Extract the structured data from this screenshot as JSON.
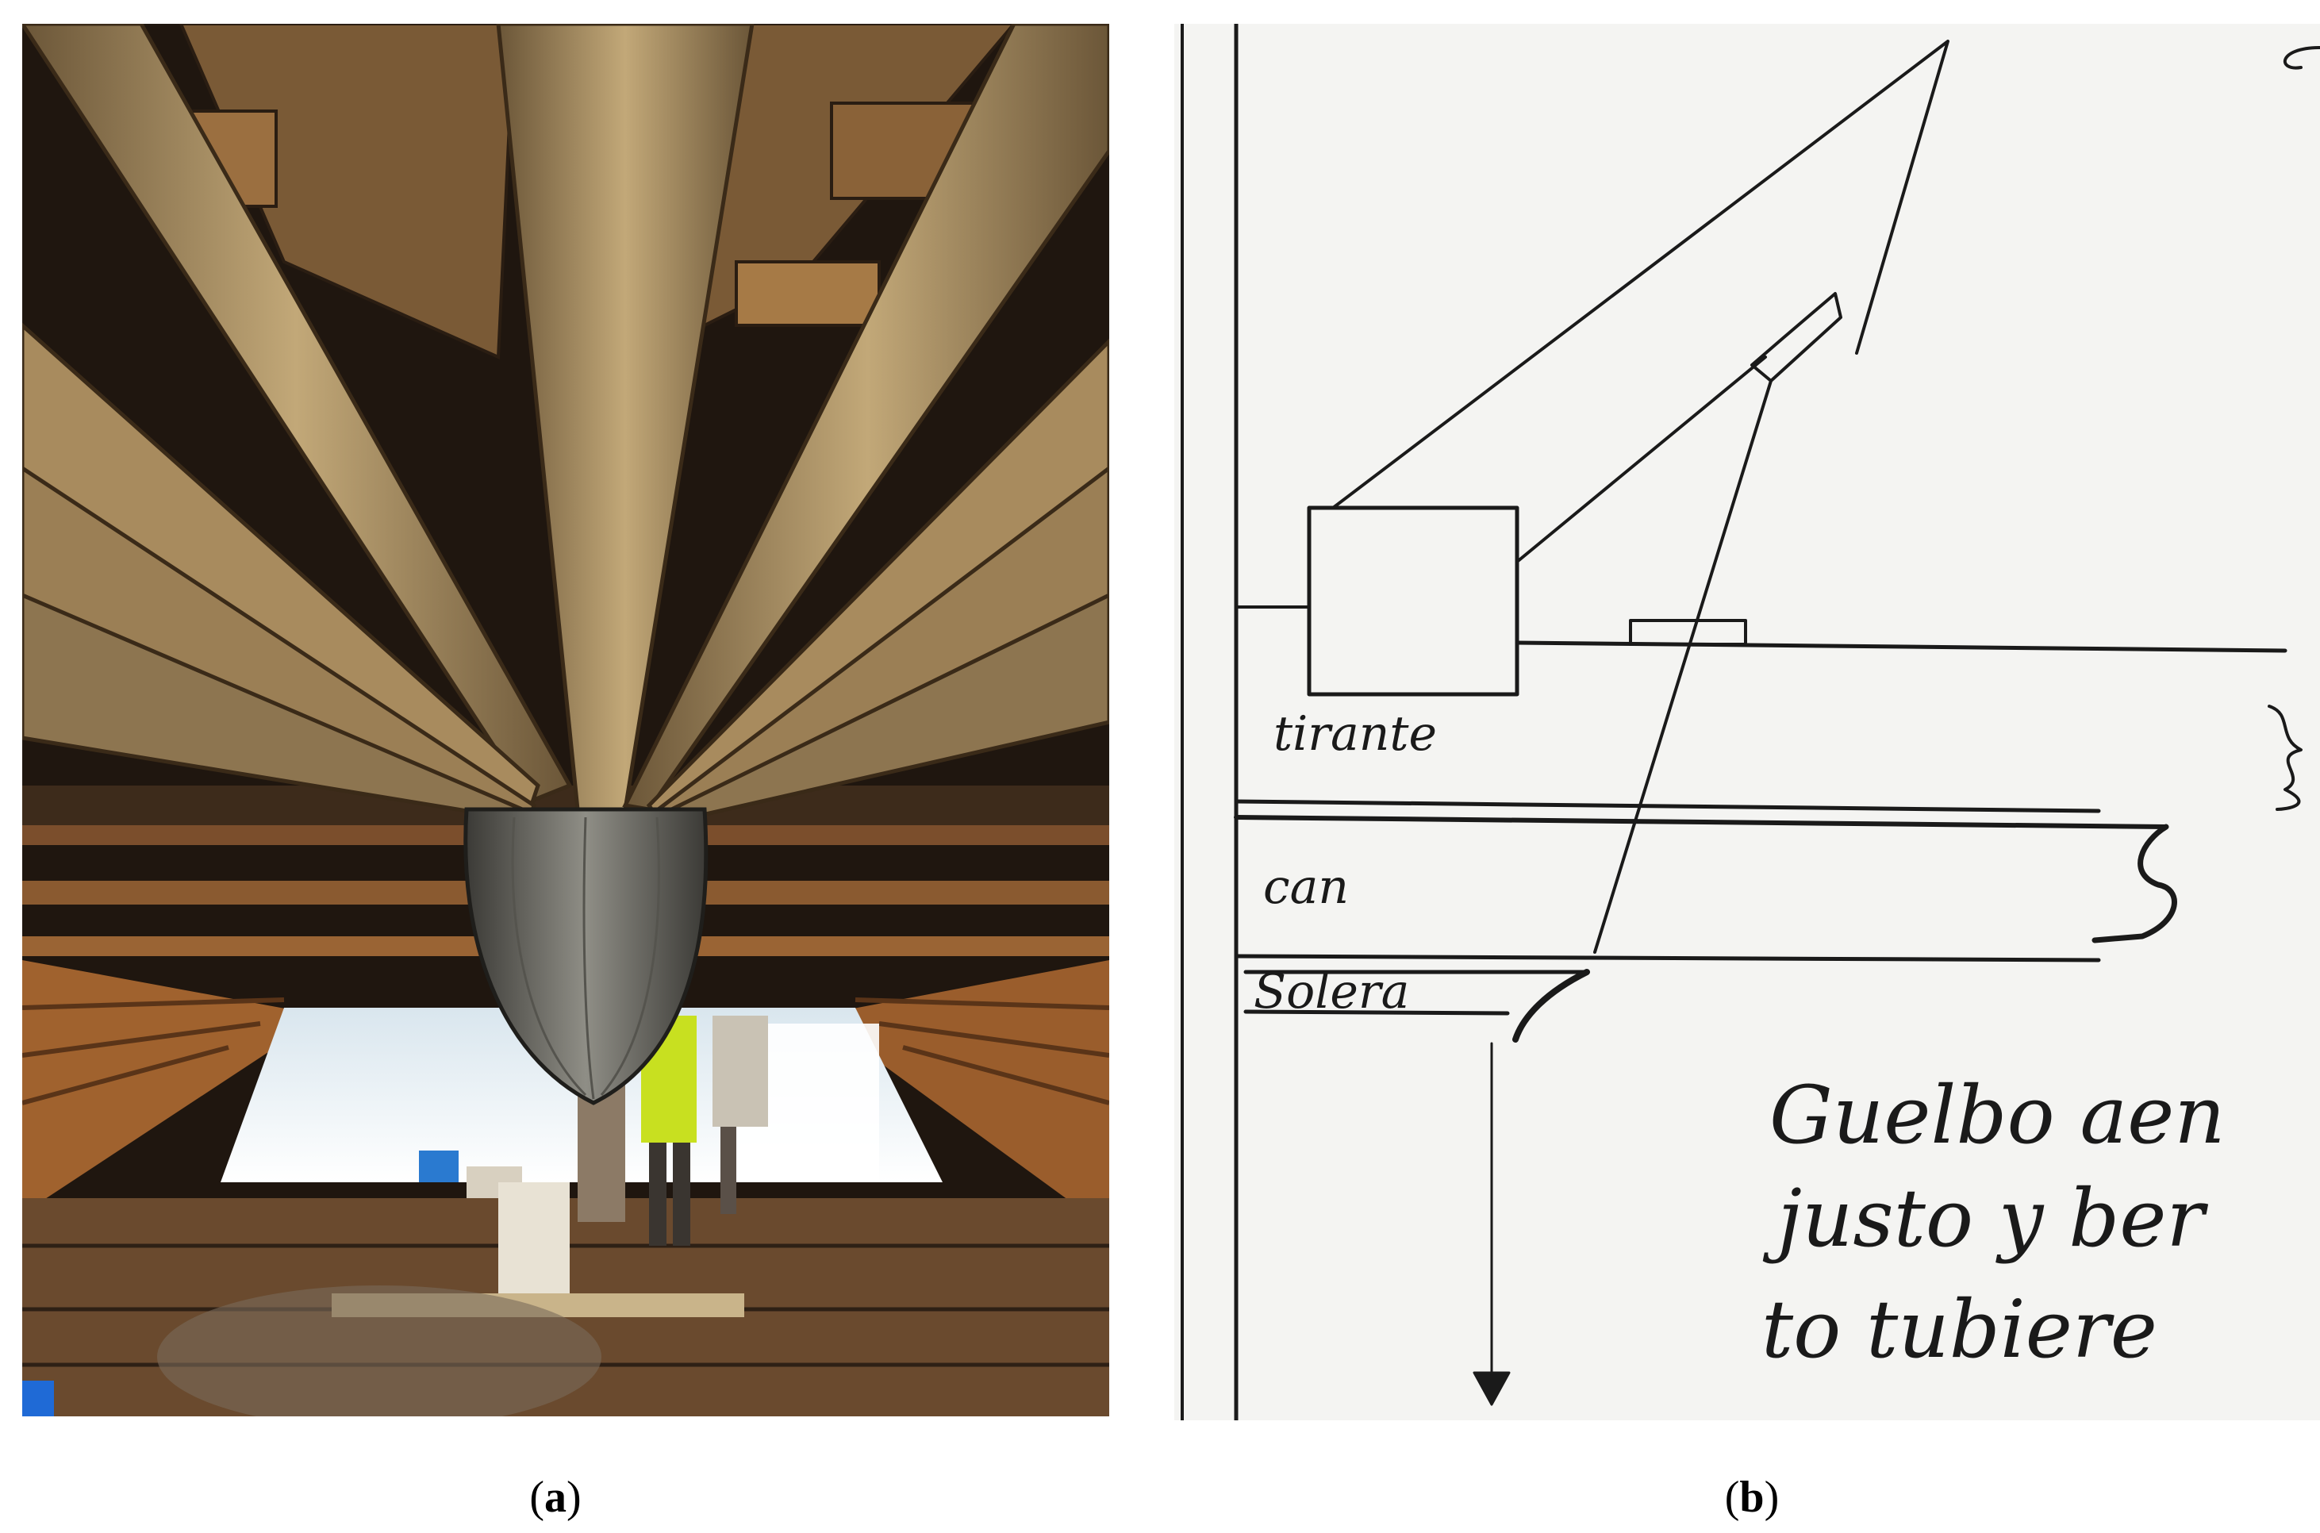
{
  "figure": {
    "panel_a": {
      "caption_open": "(",
      "caption_letter": "a",
      "caption_close": ")",
      "content": "photograph"
    },
    "panel_b": {
      "caption_open": "(",
      "caption_letter": "b",
      "caption_close": ")",
      "content": "manuscript drawing",
      "labels": {
        "tirante": "tirante",
        "can": "can",
        "solera": "Solera"
      },
      "handwriting": {
        "line1": "Guelbo aen",
        "line2": "justo y ber",
        "line3": "to tubiere"
      }
    }
  },
  "colors": {
    "wood_light": "#b99a6a",
    "wood_dark": "#4a3522",
    "ink": "#1a1a1a",
    "paper": "#f4f4f2"
  }
}
